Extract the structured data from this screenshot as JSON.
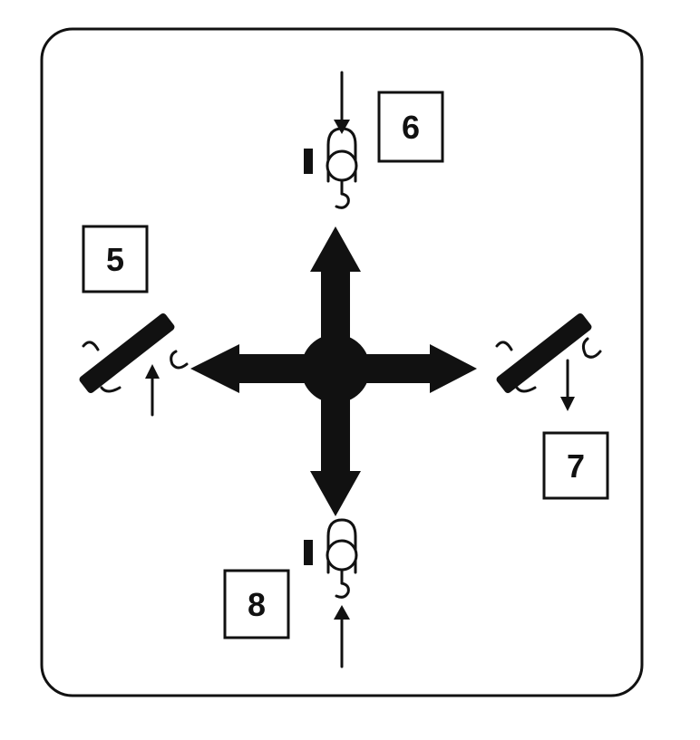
{
  "diagram": {
    "labels": {
      "top": "6",
      "left": "5",
      "right": "7",
      "bottom": "8"
    },
    "colors": {
      "ink": "#111111",
      "paper": "#ffffff"
    },
    "icons": {
      "center": "four-way-arrow-icon",
      "top_unit": "pulley-hook-icon",
      "bottom_unit": "pulley-hook-icon",
      "left_unit": "tilted-bar-hook-icon",
      "right_unit": "tilted-bar-hook-icon"
    }
  }
}
